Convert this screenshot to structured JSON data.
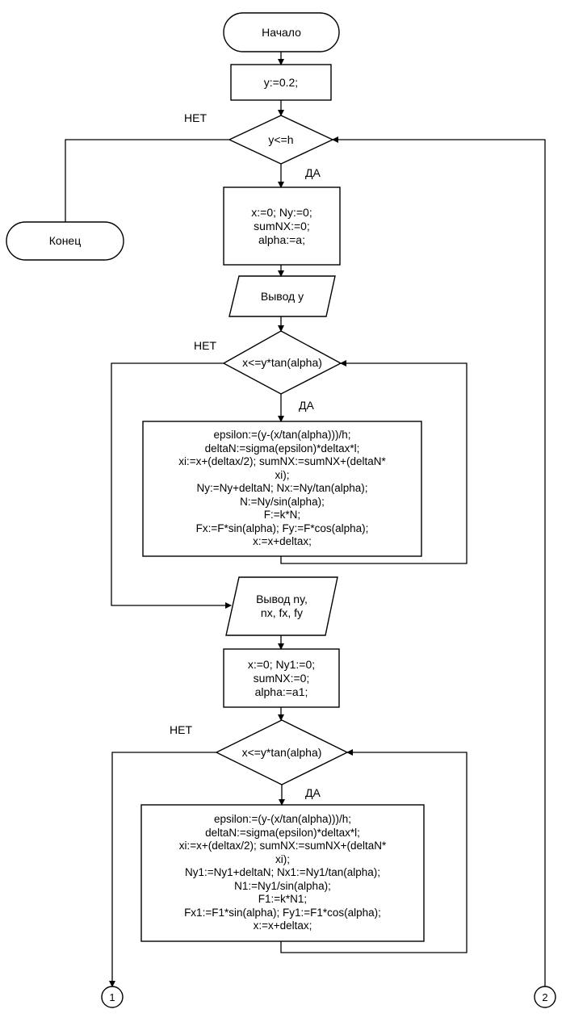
{
  "flowchart": {
    "start": {
      "label": "Начало"
    },
    "init_y": {
      "label": "y:=0.2;"
    },
    "cond_y": {
      "label": "y<=h",
      "no_label": "НЕТ",
      "yes_label": "ДА"
    },
    "end": {
      "label": "Конец"
    },
    "init_loop1": {
      "label": "x:=0; Ny:=0;\nsumNX:=0;\nalpha:=a;"
    },
    "output_y": {
      "label": "Вывод y"
    },
    "cond_x1": {
      "label": "x<=y*tan(alpha)",
      "no_label": "НЕТ",
      "yes_label": "ДА"
    },
    "body_loop1": {
      "label": "epsilon:=(y-(x/tan(alpha)))/h;\ndeltaN:=sigma(epsilon)*deltax*l;\nxi:=x+(deltax/2); sumNX:=sumNX+(deltaN*\nxi);\nNy:=Ny+deltaN; Nx:=Ny/tan(alpha);\nN:=Ny/sin(alpha);\nF:=k*N;\nFx:=F*sin(alpha); Fy:=F*cos(alpha);\nx:=x+deltax;"
    },
    "output_forces": {
      "label": "Вывод ny,\nnx, fx, fy"
    },
    "init_loop2": {
      "label": "x:=0; Ny1:=0;\nsumNX:=0;\nalpha:=a1;"
    },
    "cond_x2": {
      "label": "x<=y*tan(alpha)",
      "no_label": "НЕТ",
      "yes_label": "ДА"
    },
    "body_loop2": {
      "label": "epsilon:=(y-(x/tan(alpha)))/h;\ndeltaN:=sigma(epsilon)*deltax*l;\nxi:=x+(deltax/2); sumNX:=sumNX+(deltaN*\nxi);\nNy1:=Ny1+deltaN; Nx1:=Ny1/tan(alpha);\nN1:=Ny1/sin(alpha);\nF1:=k*N1;\nFx1:=F1*sin(alpha); Fy1:=F1*cos(alpha);\nx:=x+deltax;"
    },
    "connector_1": {
      "label": "1"
    },
    "connector_2": {
      "label": "2"
    }
  }
}
